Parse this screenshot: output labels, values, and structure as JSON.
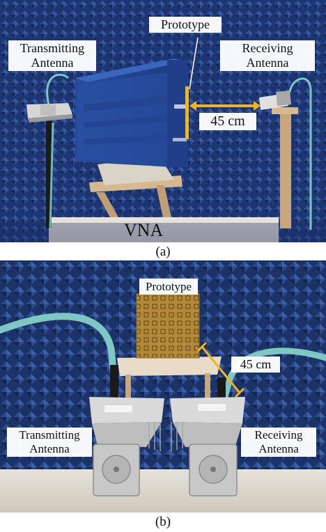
{
  "panel_a": {
    "caption": "(a)",
    "labels": {
      "transmitting_line1": "Transmitting",
      "transmitting_line2": "Antenna",
      "receiving_line1": "Receiving",
      "receiving_line2": "Antenna",
      "prototype": "Prototype",
      "distance": "45 cm",
      "vna": "VNA"
    }
  },
  "panel_b": {
    "caption": "(b)",
    "labels": {
      "prototype": "Prototype",
      "distance": "45 cm",
      "transmitting_line1": "Transmitting",
      "transmitting_line2": "Antenna",
      "receiving_line1": "Receiving",
      "receiving_line2": "Antenna"
    }
  },
  "colors": {
    "chamber_blue": "#243f7a",
    "chamber_dark": "#162a58",
    "horn_blue": "#2d55a8",
    "cable_teal": "#7fc7c2",
    "marker_yellow": "#f2b51c",
    "prototype_gold": "#b38a3a",
    "wood": "#c9a77c"
  }
}
